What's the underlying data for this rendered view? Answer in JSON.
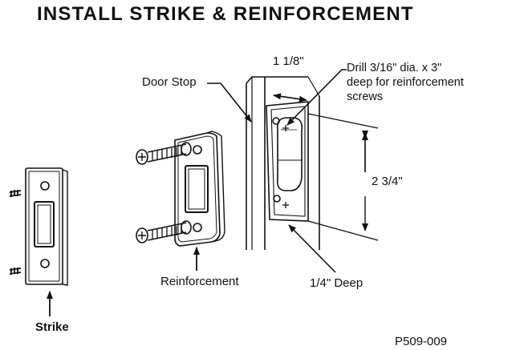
{
  "title": "INSTALL STRIKE & REINFORCEMENT",
  "labels": {
    "door_stop": "Door Stop",
    "mortise_width": "1 1/8\"",
    "drill_lines": [
      "Drill 3/16\" dia. x 3\"",
      "deep for reinforcement",
      "screws"
    ],
    "mortise_height": "2 3/4\"",
    "reinforcement": "Reinforcement",
    "mortise_depth": "1/4\" Deep",
    "strike": "Strike",
    "figure_code": "P509-009"
  },
  "colors": {
    "ink": "#111111",
    "background": "#ffffff"
  }
}
